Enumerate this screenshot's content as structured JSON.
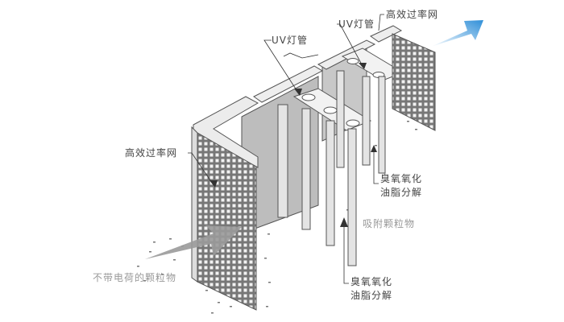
{
  "labels": {
    "uv_lamp_left": "UV灯管",
    "uv_lamp_right": "UV灯管",
    "filter_top": "高效过率网",
    "filter_left": "高效过率网",
    "ozone_right_line1": "臭氧氧化",
    "ozone_right_line2": "油脂分解",
    "adsorb": "吸附颗粒物",
    "uncharged": "不带电荷的颗粒物",
    "ozone_bottom_line1": "臭氧氧化",
    "ozone_bottom_line2": "油脂分解"
  },
  "colors": {
    "outflow_arrow": "#4aa3dc",
    "inflow_arrow": "#9a9a9a",
    "frame": "#e6e6e6",
    "panel": "#b8b8b8",
    "outline": "#555555"
  }
}
